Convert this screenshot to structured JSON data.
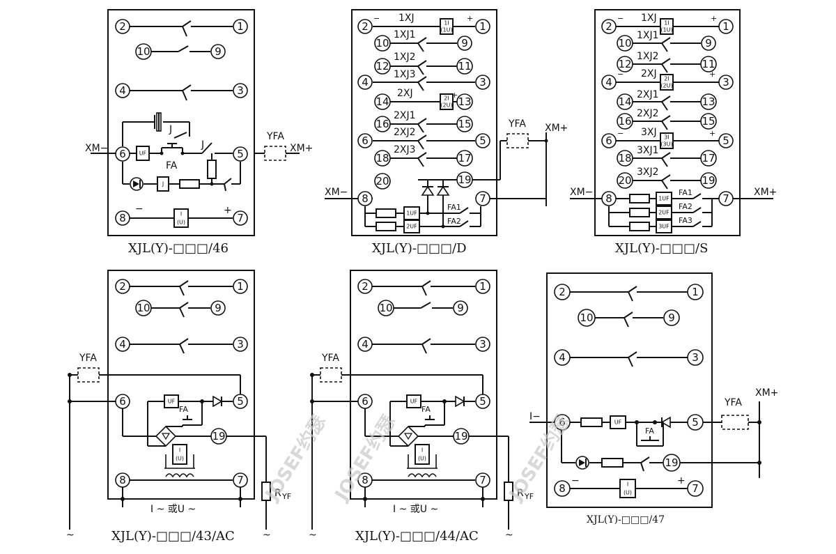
{
  "captions": {
    "d46": "XJL(Y)-□□□/46",
    "dD": "XJL(Y)-□□□/D",
    "dS": "XJL(Y)-□□□/S",
    "d43": "XJL(Y)-□□□/43/AC",
    "d44": "XJL(Y)-□□□/44/AC",
    "d47": "XJL(Y)-□□□/47"
  },
  "labels": {
    "xm_minus": "XM−",
    "xm_plus": "XM+",
    "yfa": "YFA",
    "fa": "FA",
    "fa1": "FA1",
    "fa2": "FA2",
    "fa3": "FA3",
    "j": "J",
    "minus": "−",
    "plus": "+",
    "i_minus": "I−",
    "ryf": "R",
    "ryf_sub": "YF",
    "ac_source": "I ~ 或U ~",
    "tilde": "~",
    "uf": "UF",
    "uf1": "1UF",
    "uf2": "2UF",
    "uf3": "3UF",
    "coil_i": "I",
    "coil_u": "(U)",
    "xj1": "1XJ",
    "xj2": "2XJ",
    "xj3": "3XJ",
    "xj1_1": "1XJ1",
    "xj1_2": "1XJ2",
    "xj1_3": "1XJ3",
    "xj2_1": "2XJ1",
    "xj2_2": "2XJ2",
    "xj2_3": "2XJ3",
    "xj3_1": "3XJ1",
    "xj3_2": "3XJ2",
    "coil_1i": "1I",
    "coil_1u": "(1U)",
    "coil_2i": "2I",
    "coil_2u": "(2U)",
    "coil_3i": "3I",
    "coil_3u": "(3U)"
  },
  "watermark": "JOSEF约瑟"
}
